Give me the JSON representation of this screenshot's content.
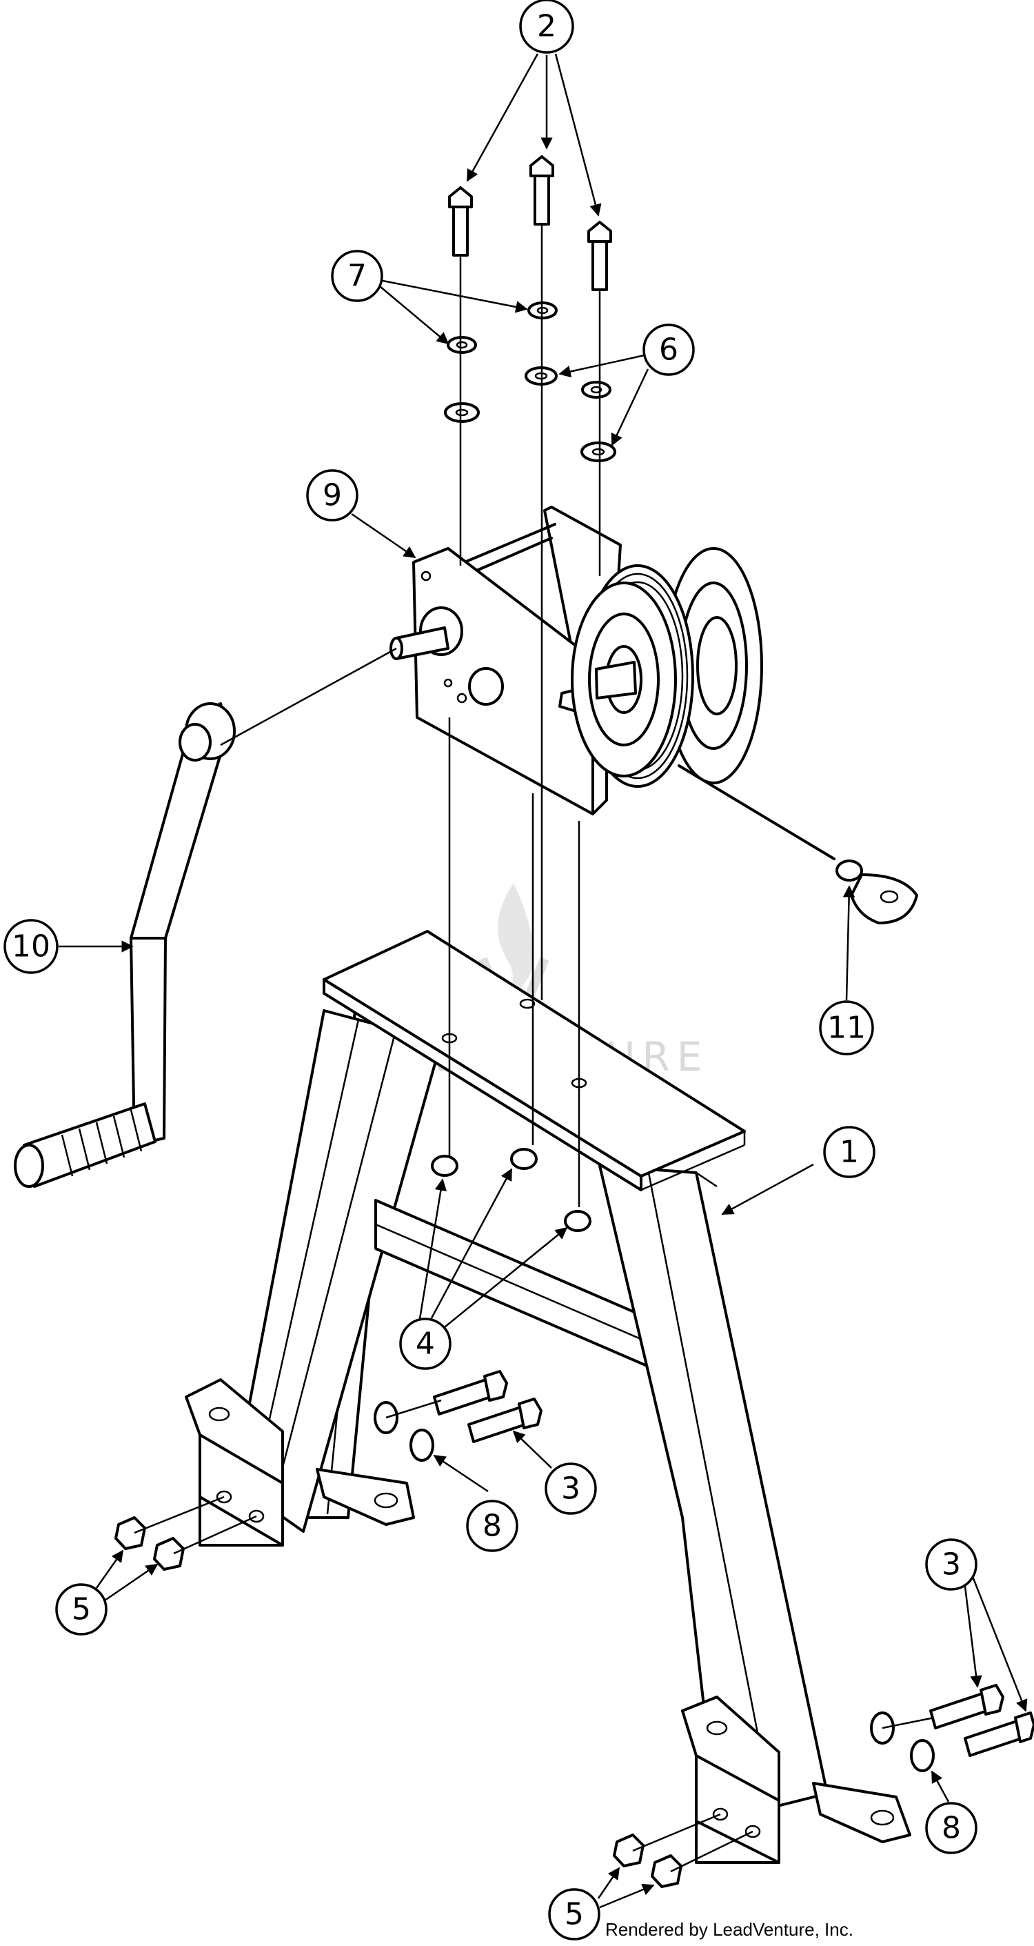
{
  "diagram": {
    "callouts": [
      {
        "id": "c2",
        "label": "2"
      },
      {
        "id": "c7",
        "label": "7"
      },
      {
        "id": "c6",
        "label": "6"
      },
      {
        "id": "c9",
        "label": "9"
      },
      {
        "id": "c10",
        "label": "10"
      },
      {
        "id": "c11",
        "label": "11"
      },
      {
        "id": "c1",
        "label": "1"
      },
      {
        "id": "c4",
        "label": "4"
      },
      {
        "id": "c3a",
        "label": "3"
      },
      {
        "id": "c8a",
        "label": "8"
      },
      {
        "id": "c5a",
        "label": "5"
      },
      {
        "id": "c3b",
        "label": "3"
      },
      {
        "id": "c8b",
        "label": "8"
      },
      {
        "id": "c5b",
        "label": "5"
      }
    ],
    "watermark": "LEADVENTURE",
    "credit": "Rendered by LeadVenture, Inc."
  }
}
